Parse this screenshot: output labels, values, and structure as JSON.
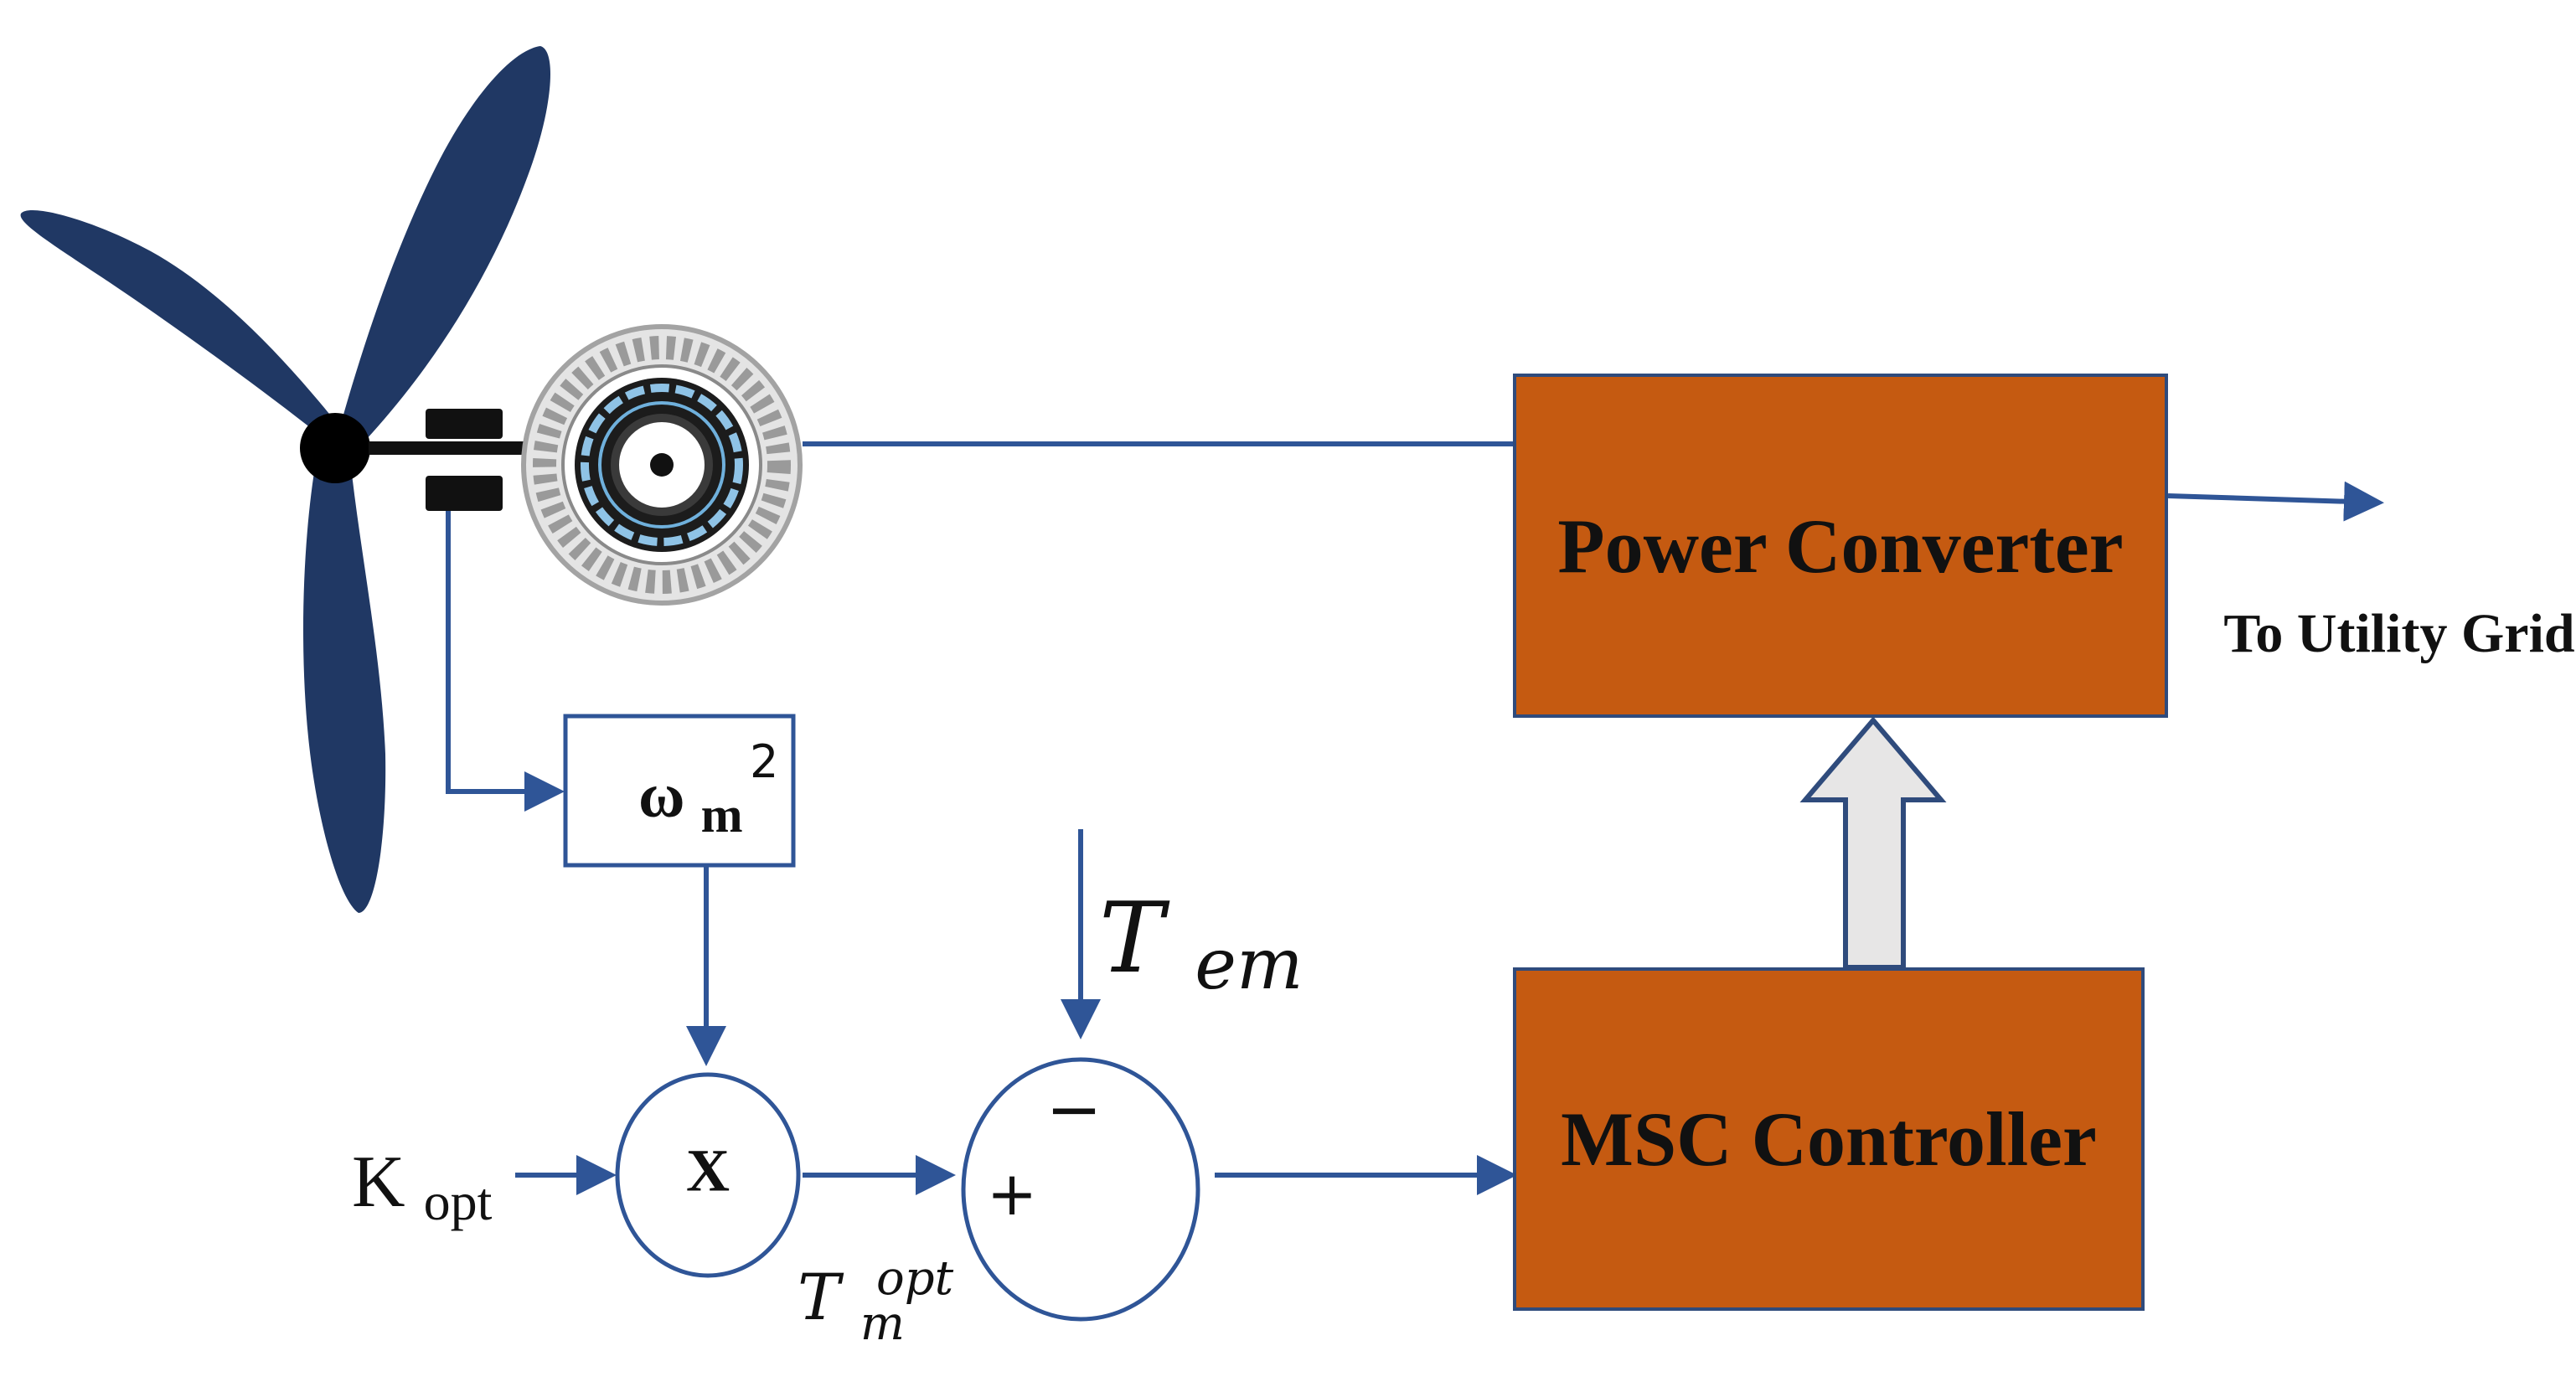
{
  "blocks": {
    "power_converter": {
      "label": "Power Converter"
    },
    "msc_controller": {
      "label": "MSC Controller"
    },
    "square_block": {
      "symbol": "ω",
      "subscript": "m",
      "superscript": "2"
    },
    "multiplier": {
      "symbol": "X"
    }
  },
  "summing_junction": {
    "plus_sign": "+",
    "minus_sign": "−"
  },
  "signals": {
    "k_opt": {
      "base": "K",
      "subscript": "opt"
    },
    "t_em": {
      "base": "T",
      "subscript": "em"
    },
    "t_m_opt": {
      "base": "T",
      "subscript": "m",
      "superscript": "opt"
    }
  },
  "output": {
    "label": "To Utility Grid"
  },
  "colors": {
    "line": "#2f5597",
    "block_fill": "#c55a11",
    "block_border": "#2f4b7c",
    "turbine": "#203864",
    "feedback_arrow_fill": "#e7e6e6"
  }
}
